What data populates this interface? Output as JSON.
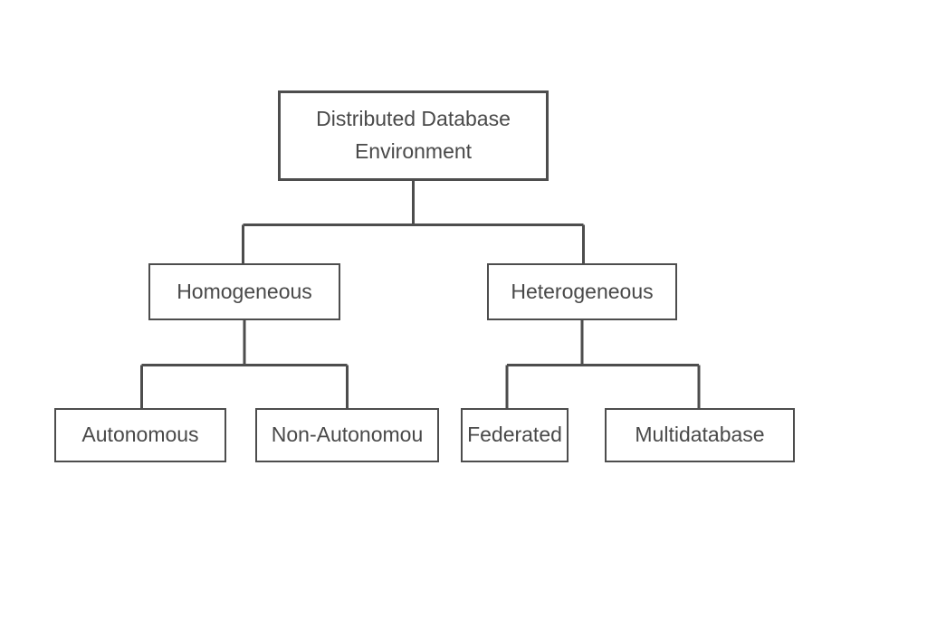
{
  "diagram": {
    "type": "tree",
    "background_color": "#ffffff",
    "border_color": "#4d4d4d",
    "line_color": "#4d4d4d",
    "text_color": "#494949",
    "nodes": [
      {
        "id": "root",
        "label": "Distributed Database Environment",
        "level": 0,
        "parent": null
      },
      {
        "id": "homogeneous",
        "label": "Homogeneous",
        "level": 1,
        "parent": "root"
      },
      {
        "id": "heterogeneous",
        "label": "Heterogeneous",
        "level": 1,
        "parent": "root"
      },
      {
        "id": "autonomous",
        "label": "Autonomous",
        "level": 2,
        "parent": "homogeneous"
      },
      {
        "id": "non-autonomous",
        "label": "Non-Autonomou",
        "level": 2,
        "parent": "homogeneous"
      },
      {
        "id": "federated",
        "label": "Federated",
        "level": 2,
        "parent": "heterogeneous"
      },
      {
        "id": "multidatabase",
        "label": "Multidatabase",
        "level": 2,
        "parent": "heterogeneous"
      }
    ]
  }
}
